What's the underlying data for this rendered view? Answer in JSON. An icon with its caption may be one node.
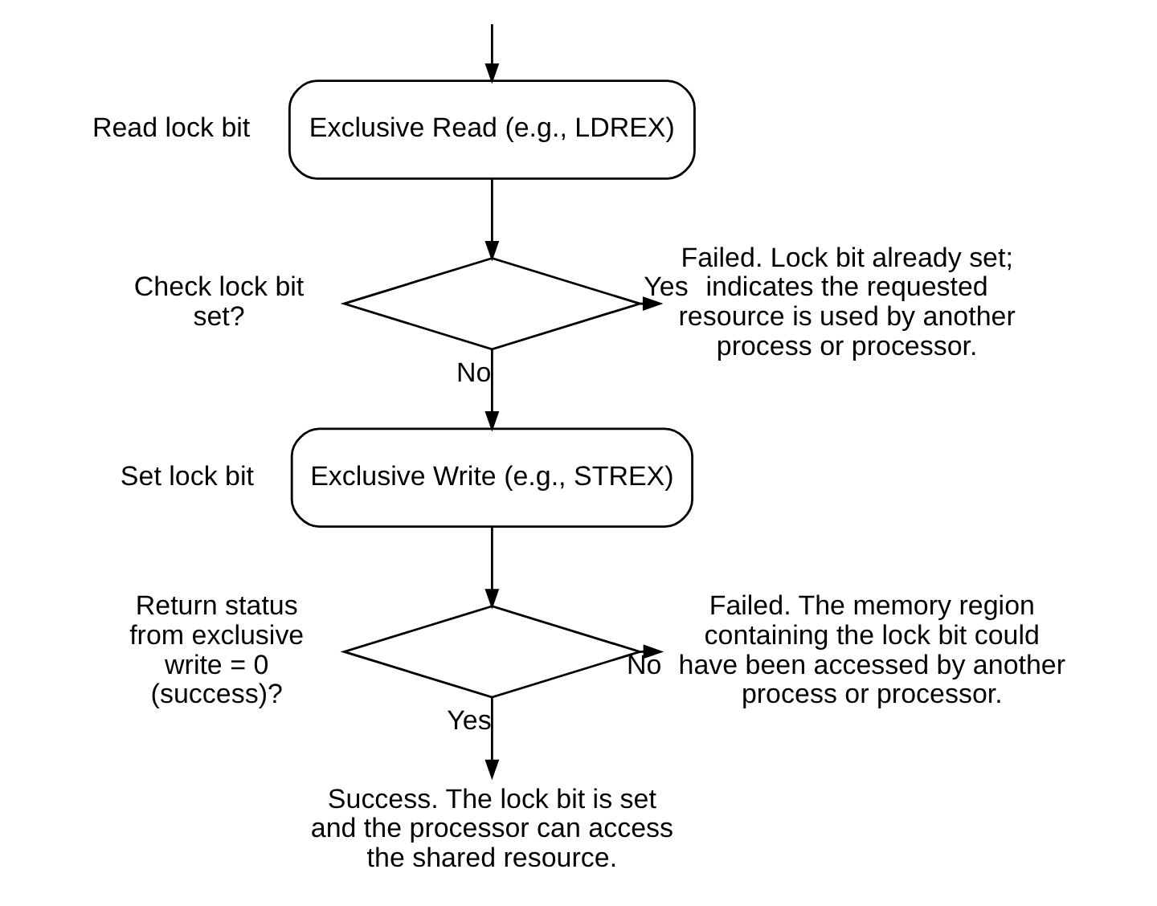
{
  "diagram": {
    "nodes": [
      {
        "text": [
          "Exclusive Read (e.g., LDREX)"
        ],
        "beside": [
          "Read lock bit"
        ]
      },
      {
        "text": [],
        "shape": "diamond",
        "beside": [
          "Check lock bit set?"
        ]
      },
      {
        "text": [
          "Failed. Lock bit already set; indicates the requested resource is used by another process or processor."
        ]
      },
      {
        "text": [
          "Exclusive Write (e.g., STREX)"
        ],
        "beside": [
          "Set lock bit"
        ]
      },
      {
        "text": [],
        "shape": "diamond",
        "beside": [
          "Return status from exclusive write = 0 (success)?"
        ]
      },
      {
        "text": [
          "Failed. The memory region containing the lock bit could have been accessed by another process or processor."
        ]
      },
      {
        "text": [
          "Success. The lock bit is set and the processor can access the shared resource."
        ]
      }
    ],
    "edges": [
      {
        "from": null,
        "to": 0,
        "arrow": "to"
      },
      {
        "from": 0,
        "to": 1,
        "arrow": "to"
      },
      {
        "from": 1,
        "to": 2,
        "arrow": "to",
        "label": "Yes"
      },
      {
        "from": 1,
        "to": 3,
        "arrow": "to",
        "label": "No"
      },
      {
        "from": 3,
        "to": 4,
        "arrow": "to"
      },
      {
        "from": 4,
        "to": 5,
        "arrow": "to",
        "label": "No"
      },
      {
        "from": 4,
        "to": 6,
        "arrow": "to",
        "label": "Yes"
      }
    ]
  }
}
